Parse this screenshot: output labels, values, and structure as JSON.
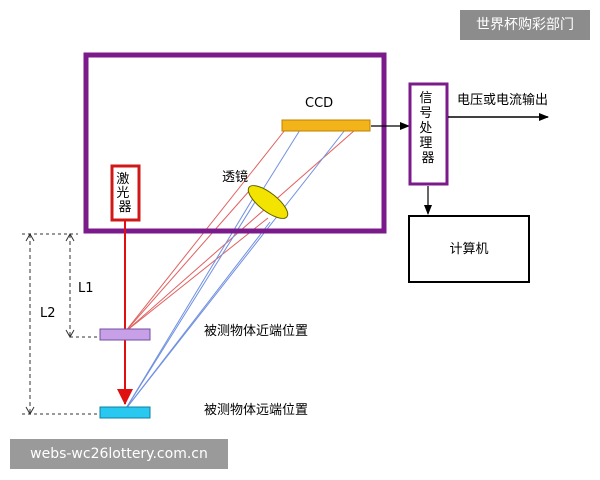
{
  "labels": {
    "ccd": "CCD",
    "lens": "透镜",
    "laser": "激光器",
    "processor": "信号处理器",
    "output": "电压或电流输出",
    "computer": "计算机",
    "l1": "L1",
    "l2": "L2",
    "near_position": "被测物体近端位置",
    "far_position": "被测物体远端位置"
  },
  "watermarks": {
    "top": "世界杯购彩部门",
    "bottom": "webs-wc26lottery.com.cn"
  },
  "colors": {
    "housing": "#7b1a8a",
    "processor_border": "#7b1a8a",
    "laser_border": "#d01818",
    "beam": "#e01010",
    "reflect_red": "#e06060",
    "reflect_blue": "#7090e0",
    "ccd": "#f2b418",
    "lens": "#f2e400",
    "near_object": "#c8a0e8",
    "far_object": "#28c8f0"
  }
}
